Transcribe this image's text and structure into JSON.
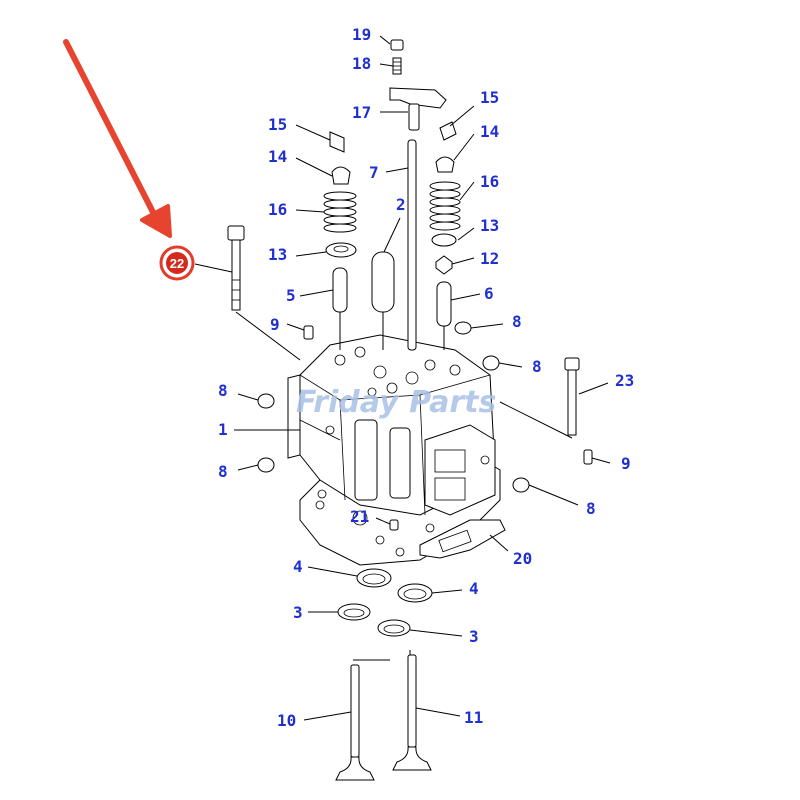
{
  "watermark": {
    "text": "Friday Parts",
    "color": "#a9c0e6"
  },
  "highlight": {
    "label": "22",
    "color": "#e23b2a"
  },
  "callout_color": "#1f2fd0",
  "callouts": {
    "c19": "19",
    "c18": "18",
    "c17": "17",
    "c15a": "15",
    "c14a": "14",
    "c16a": "16",
    "c13a": "13",
    "c5": "5",
    "c9a": "9",
    "c7": "7",
    "c2": "2",
    "c15b": "15",
    "c14b": "14",
    "c16b": "16",
    "c13b": "13",
    "c12": "12",
    "c6": "6",
    "c8a": "8",
    "c8b": "8",
    "c8c": "8",
    "c8d": "8",
    "c8e": "8",
    "c1": "1",
    "c23": "23",
    "c9b": "9",
    "c21": "21",
    "c20": "20",
    "c4a": "4",
    "c4b": "4",
    "c3a": "3",
    "c3b": "3",
    "c10": "10",
    "c11": "11"
  }
}
